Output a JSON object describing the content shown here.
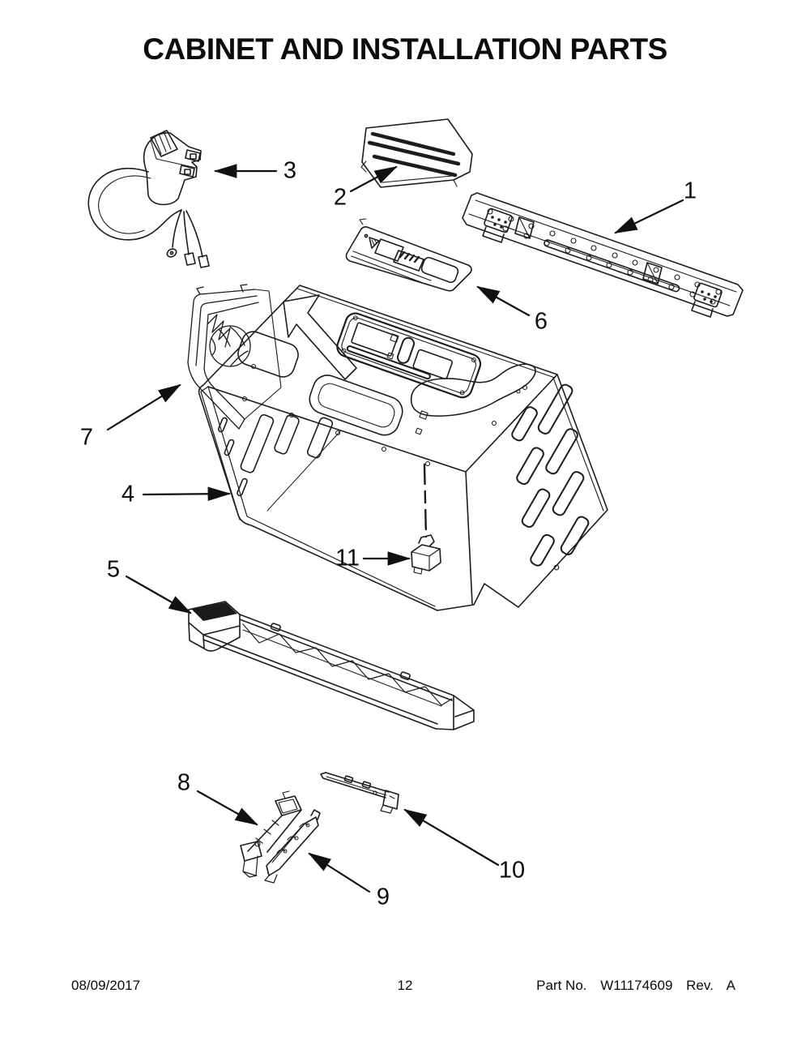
{
  "page": {
    "title": "CABINET AND INSTALLATION PARTS"
  },
  "diagram": {
    "description": "exploded view of microwave cabinet and installation parts",
    "callouts": [
      {
        "label": "1"
      },
      {
        "label": "2"
      },
      {
        "label": "3"
      },
      {
        "label": "4"
      },
      {
        "label": "5"
      },
      {
        "label": "6"
      },
      {
        "label": "7"
      },
      {
        "label": "8"
      },
      {
        "label": "9"
      },
      {
        "label": "10"
      },
      {
        "label": "11"
      }
    ]
  },
  "footer": {
    "date": "08/09/2017",
    "page_number": "12",
    "part_no_label": "Part No.",
    "part_number": "W11174609",
    "rev_label": "Rev.",
    "rev_value": "A"
  }
}
